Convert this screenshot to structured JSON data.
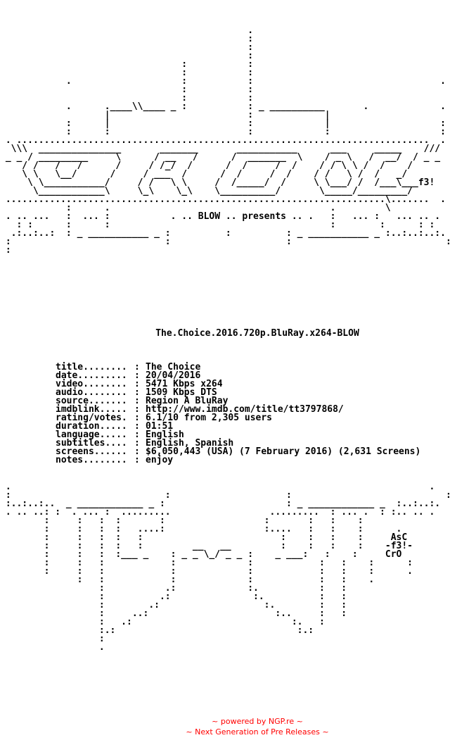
{
  "header_art": "                                             .\n                                             :\n                                             :\n                                             :\n                                 :           :\n                                 :           :\n            .                    :           :                                  .\n                                 :           :\n                                 :           :\n            .      .____\\\\____ _ :           : _ __________       .             .\n                   |                         :             |\n            :      |                         :             |                    :\n            :      :                         :             :                    :\n . ...........................................................................  .\n  \\\\\\  _______________       _______       ___________      ___     _____    ///\n _ _ / _________     \\      / __   /      /  _______  \\    / _ \\   /  __/  / _ _\n    / /   /   /      /     / /_/  /      /  /     /  /    / / \\ \\ /  /    /\n    \\ \\   \\__/      /     / ___  /      /  /     /  /    / /   \\ /  /   _/\n     \\ \\___________/     / /   \\ \\     /  /_____/  /     \\ \\___/ /  /___\\___f3!\n      \\____________\\     \\_\\    \\_\\    \\__________/       \\_____/_________/\n .....................................................................\\.......  .\n            :      .                                        .         \\\n . .. ...   :  ... :           . .. BLOW .. presents .. .   :   ... :   ... .. .\n   : :      :      :                                        :        :      : :\n  .:..:..:  : _ ___________ _ :          :          : _ ___________ _ :..:..:..:.\n :                            :                     :                            :\n :",
  "release_name": "The.Choice.2016.720p.BluRay.x264-BLOW",
  "info": [
    {
      "key": "title",
      "value": "The Choice"
    },
    {
      "key": "date",
      "value": "20/04/2016"
    },
    {
      "key": "video",
      "value": "5471 Kbps x264"
    },
    {
      "key": "audio",
      "value": "1509 Kbps DTS"
    },
    {
      "key": "source",
      "value": "Region A BluRay"
    },
    {
      "key": "imdblink",
      "value": "http://www.imdb.com/title/tt3797868/"
    },
    {
      "key": "rating/votes.",
      "value": "6.1/10 from 2,305 users"
    },
    {
      "key": "duration",
      "value": "01:51"
    },
    {
      "key": "language",
      "value": "English"
    },
    {
      "key": "subtitles",
      "value": "English, Spanish"
    },
    {
      "key": "screens",
      "value": "$6,050,443 (USA) (7 February 2016) (2,631 Screens)"
    },
    {
      "key": "notes",
      "value": "enjoy"
    }
  ],
  "footer_art": " .                                                                            .\n :                            :                     :                            :\n :..:..:..  _ ____________ _ :                      : _ ____________ _  :..:..:.\n . .. ..: :  . ... :  .........                  .........  : ... .  : :.. .. .\n        :     :   :  :       :                  :       :   :    :\n        :     :   :  :   ....:                  :....   :   :    :      .\n        :     :   :  :   :                         :    :   :    :     AsC\n        :     :   :  :   :         __   __         :    :   :    :    -f3!-\n        :     :   :  :___ _    : _ _ \\_/ _ _ :    _ ___:   :    :     CrO\n        :     :   :            :             :            :   :    :      :\n        :     :   :            :             :            :   :    :      .\n              :   :            :             :            :   :    .\n                  :           .:             :.           :   :\n                  :          .:               :.          :   :\n                  :        .:                   :.        :   :\n                  :     ..:                       :..     :   :\n                  :   .:                             :.   :\n                  :.:                                 :.:\n                  :\n                  .",
  "footer": {
    "line1": "~ powered by NGP.re ~",
    "line2": "~ Next Generation of Pre Releases ~"
  },
  "colors": {
    "text": "#000000",
    "footer": "#ff0000",
    "background": "#ffffff"
  }
}
